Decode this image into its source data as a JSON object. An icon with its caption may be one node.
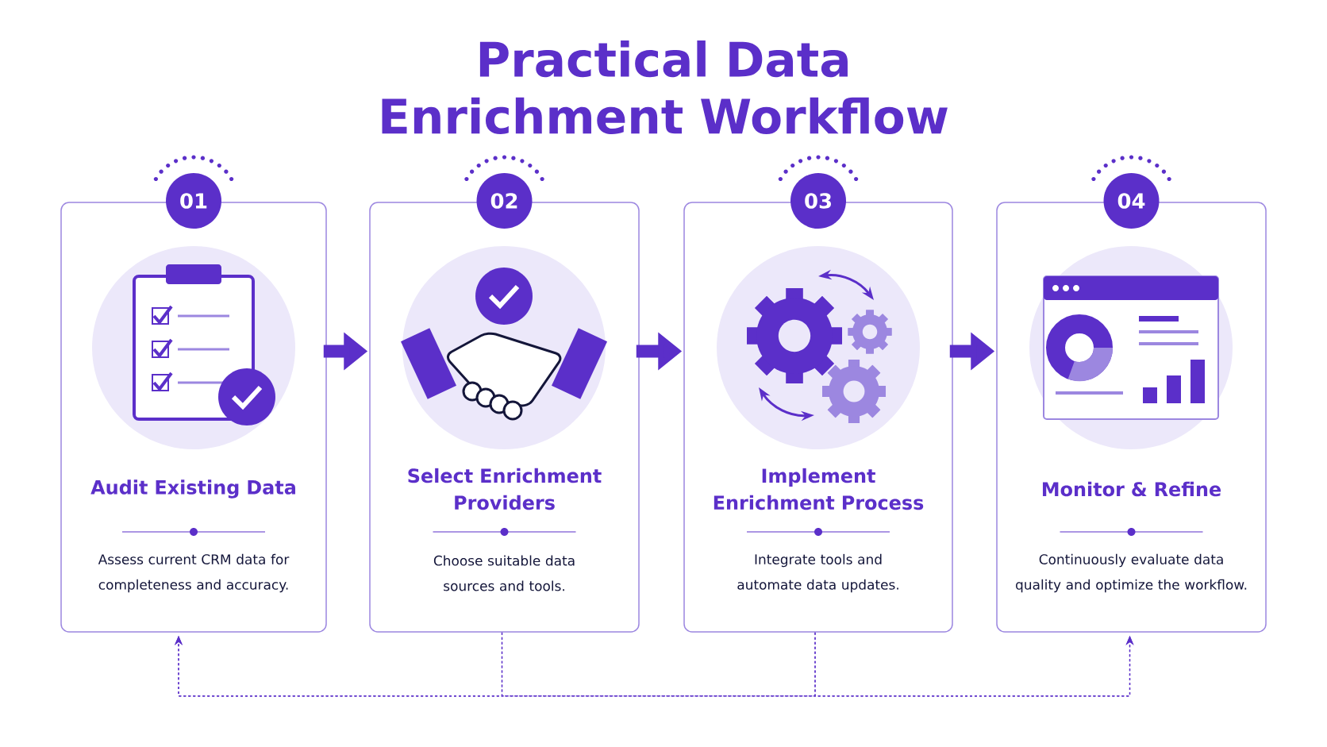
{
  "diagram": {
    "title": "Practical Data Enrichment Workflow",
    "nodes": [
      {
        "text": [
          "Audit Existing Data",
          "Assess current CRM data for completeness and accuracy."
        ]
      },
      {
        "text": [
          "Select Enrichment Providers",
          "Choose suitable data sources and tools."
        ]
      },
      {
        "text": [
          "Implement Enrichment Process",
          "Integrate tools and automate data updates."
        ]
      },
      {
        "text": [
          "Monitor & Refine",
          "Continuously evaluate data quality and optimize the workflow."
        ]
      },
      {
        "text": [
          "01"
        ]
      },
      {
        "text": [
          "02"
        ]
      },
      {
        "text": [
          "03"
        ]
      },
      {
        "text": [
          "04"
        ]
      }
    ],
    "edges": [
      {
        "from": 0,
        "to": 1,
        "arrow": "to",
        "style": "thick"
      },
      {
        "from": 1,
        "to": 2,
        "arrow": "to",
        "style": "thick"
      },
      {
        "from": 2,
        "to": 3,
        "arrow": "to",
        "style": "thick"
      },
      {
        "from": 1,
        "to": 0,
        "arrow": "to",
        "style": "dashed"
      },
      {
        "from": 1,
        "to": 3,
        "arrow": "to",
        "style": "dashed"
      },
      {
        "from": 2,
        "to": 0,
        "arrow": "to",
        "style": "dashed"
      },
      {
        "from": 2,
        "to": 3,
        "arrow": "to",
        "style": "dashed"
      }
    ]
  }
}
